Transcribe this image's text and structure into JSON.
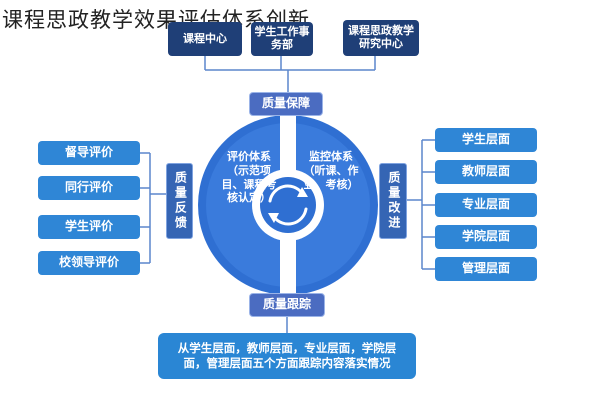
{
  "title": "课程思政教学效果评估体系创新",
  "top_boxes": [
    "课程中心",
    "学生工作事务部",
    "课程思政教学研究中心"
  ],
  "top_header": "质量保障",
  "bottom_header": "质量跟踪",
  "left_vertical": "质量反馈",
  "right_vertical": "质量改进",
  "left_items": [
    "督导评价",
    "同行评价",
    "学生评价",
    "校领导评价"
  ],
  "right_items": [
    "学生层面",
    "教师层面",
    "专业层面",
    "学院层面",
    "管理层面"
  ],
  "circle_left_text": "评价体系（示范项目、课程考核认定）",
  "circle_right_text": "监控体系（听课、作业、考核）",
  "bottom_text": "从学生层面，教师层面，专业层面，学院层面，管理层面五个方面跟踪内容落实情况",
  "colors": {
    "navy": "#1f3f77",
    "light_blue": "#2f86d6",
    "circle_outer": "#2f6fd2",
    "circle_inner": "#ffffff",
    "connector": "#5b86cc"
  }
}
